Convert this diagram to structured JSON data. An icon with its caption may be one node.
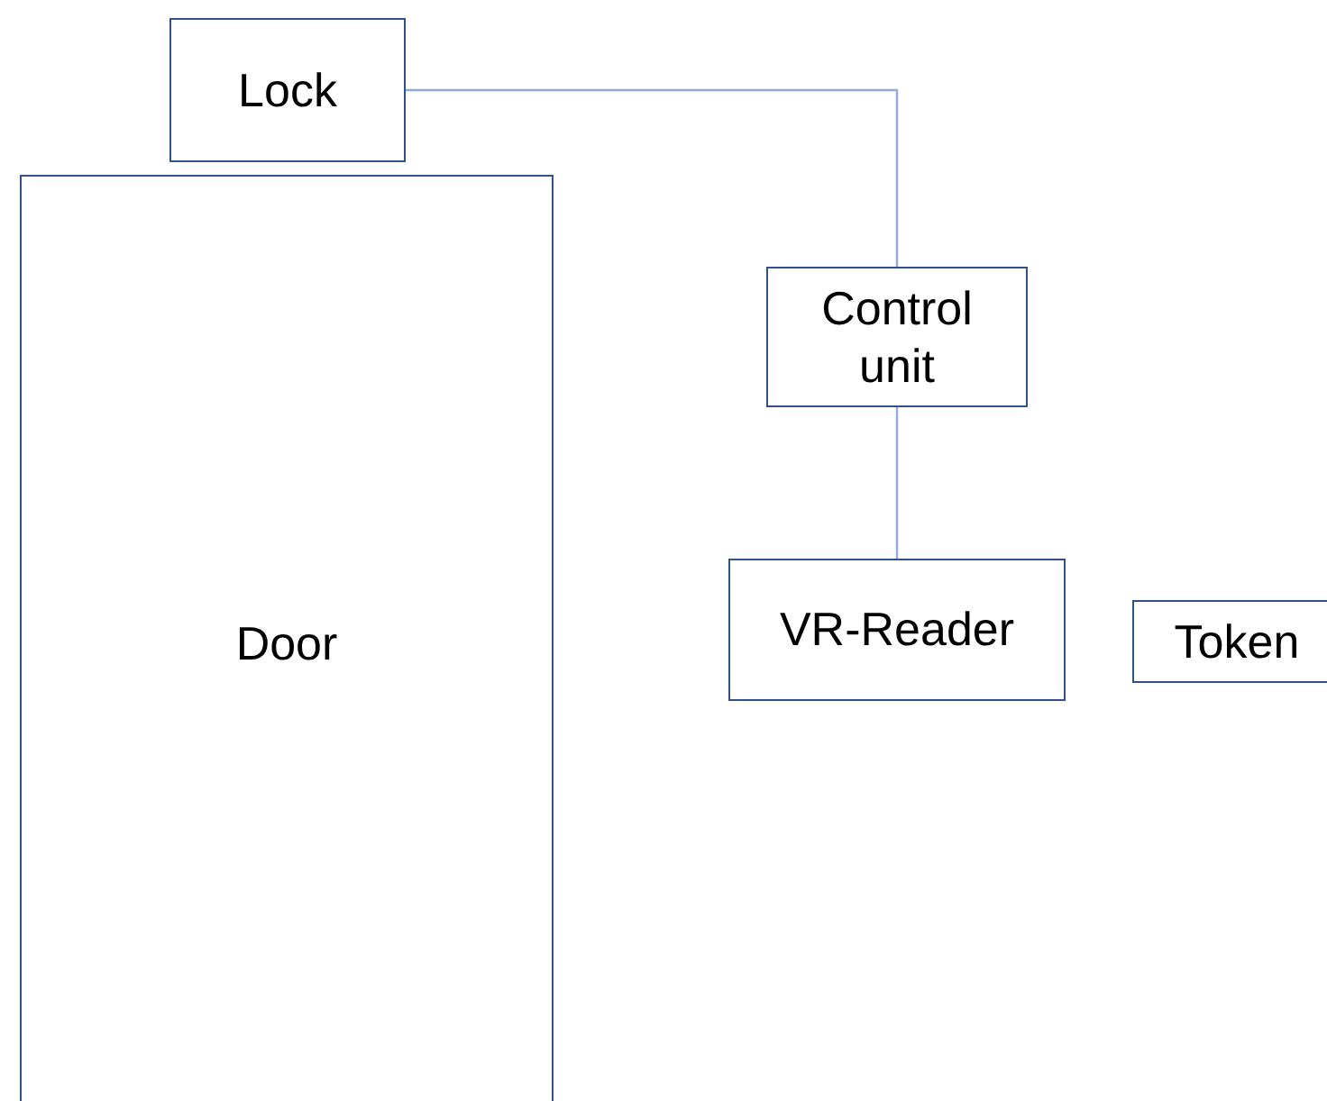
{
  "diagram": {
    "nodes": [
      {
        "text": [
          "Lock"
        ]
      },
      {
        "text": [
          "Door"
        ]
      },
      {
        "text": [
          "Control unit"
        ]
      },
      {
        "text": [
          "VR-Reader"
        ]
      },
      {
        "text": [
          "Token"
        ]
      }
    ],
    "edges": [
      {
        "from": 0,
        "to": 2,
        "arrow": "none"
      },
      {
        "from": 2,
        "to": 3,
        "arrow": "none"
      }
    ]
  }
}
